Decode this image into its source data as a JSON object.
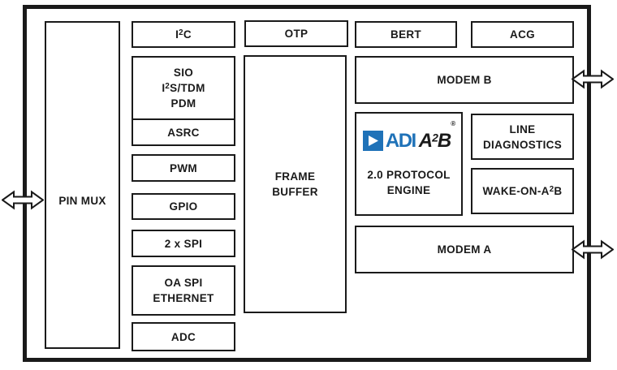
{
  "colors": {
    "adi_blue": "#1f72b8",
    "line": "#1a1a1a",
    "background": "#ffffff"
  },
  "blocks": {
    "pin_mux": {
      "label": "PIN MUX"
    },
    "i2c": {
      "pre": "I",
      "sup": "2",
      "post": "C"
    },
    "sio": {
      "line1": "SIO",
      "line2_pre": "I",
      "line2_sup": "2",
      "line2_post": "S/TDM",
      "line3": "PDM"
    },
    "asrc": {
      "label": "ASRC"
    },
    "pwm": {
      "label": "PWM"
    },
    "gpio": {
      "label": "GPIO"
    },
    "spi2x": {
      "label": "2 x SPI"
    },
    "oa_spi": {
      "line1": "OA SPI",
      "line2": "ETHERNET"
    },
    "adc": {
      "label": "ADC"
    },
    "otp": {
      "label": "OTP"
    },
    "frame_buffer": {
      "line1": "FRAME",
      "line2": "BUFFER"
    },
    "bert": {
      "label": "BERT"
    },
    "acg": {
      "label": "ACG"
    },
    "modem_b": {
      "label": "MODEM B"
    },
    "modem_a": {
      "label": "MODEM A"
    },
    "line_diagnostics": {
      "line1": "LINE",
      "line2": "DIAGNOSTICS"
    },
    "wake_on_a2b": {
      "pre": "WAKE-ON-A",
      "sup": "2",
      "post": "B"
    },
    "protocol_engine": {
      "line1": "2.0 PROTOCOL",
      "line2": "ENGINE"
    }
  },
  "logo": {
    "adi": "ADI",
    "a2b_pre": "A",
    "a2b_sup": "2",
    "a2b_post": "B",
    "registered": "®"
  }
}
